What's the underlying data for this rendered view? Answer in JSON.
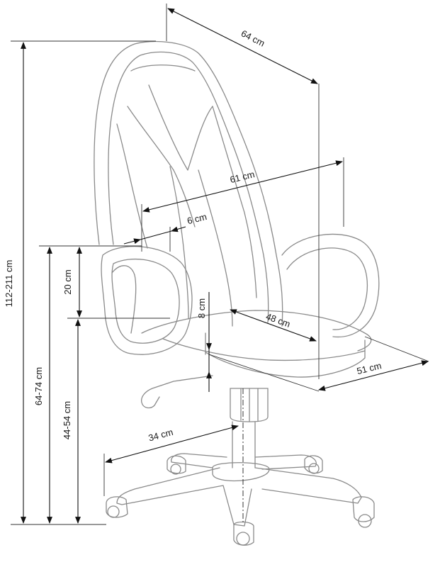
{
  "dimensions": {
    "total_height": "112-211 cm",
    "depth_top": "64 cm",
    "width_arms": "61 cm",
    "arm_width": "6 cm",
    "arm_height": "20 cm",
    "seat_thickness": "8 cm",
    "seat_depth": "48 cm",
    "seat_width": "51 cm",
    "arm_floor_height": "64-74 cm",
    "seat_floor_height": "44-54 cm",
    "base_radius": "34 cm"
  },
  "colors": {
    "outline": "#8a8a8a",
    "dimension_lines": "#111111",
    "background": "#ffffff"
  }
}
